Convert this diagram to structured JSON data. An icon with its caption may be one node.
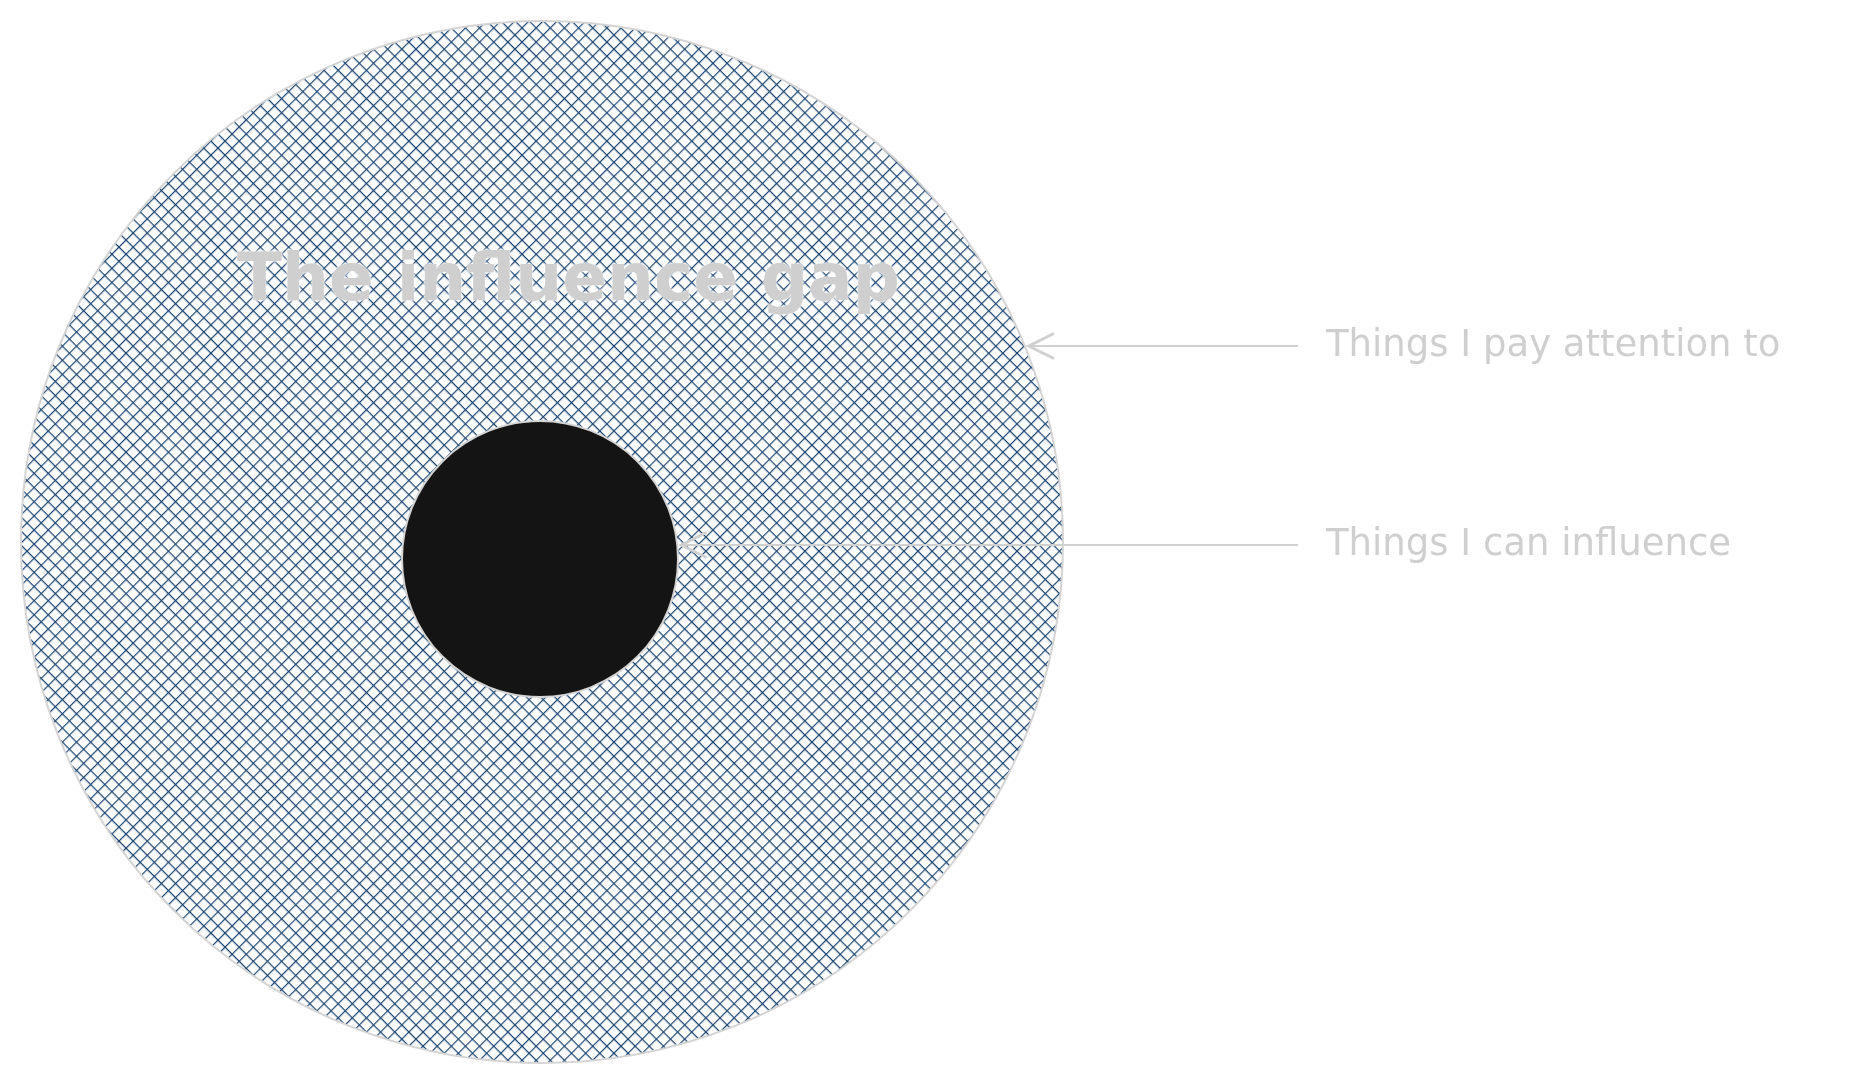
{
  "diagram": {
    "nodes": [
      {
        "text": [
          "The influence gap"
        ]
      },
      {
        "text": [],
        "shape": "circle",
        "in": 0
      },
      {
        "text": [
          "Things I pay attention to"
        ]
      },
      {
        "text": [
          "Things I can influence"
        ]
      }
    ],
    "edges": [
      {
        "from": 2,
        "to": 0,
        "arrow": "to"
      },
      {
        "from": 3,
        "to": 1,
        "arrow": "to"
      }
    ]
  }
}
